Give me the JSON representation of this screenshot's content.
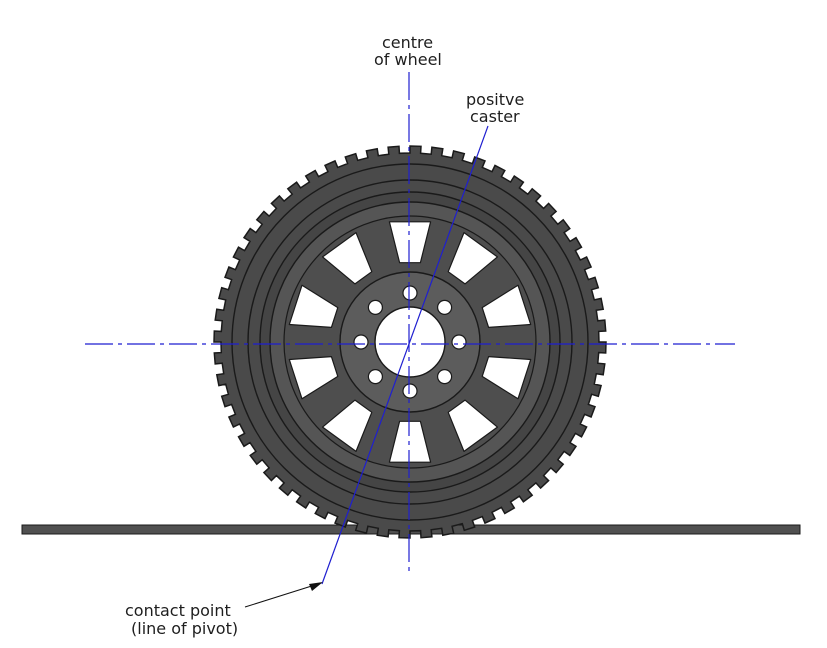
{
  "labels": {
    "centre_line1": "centre",
    "centre_line2": "of wheel",
    "caster_line1": "positve",
    "caster_line2": "caster",
    "contact_line1": "contact point",
    "contact_line2": "(line of pivot)"
  },
  "colors": {
    "axis_line": "#1f1fd0",
    "tyre": "#4a4a4a",
    "tyre_outline": "#1a1a1a",
    "rim": "#555555",
    "hub": "#5c5c5c",
    "ground": "#505050",
    "window_fill": "#ffffff",
    "text": "#1e1e1e"
  }
}
